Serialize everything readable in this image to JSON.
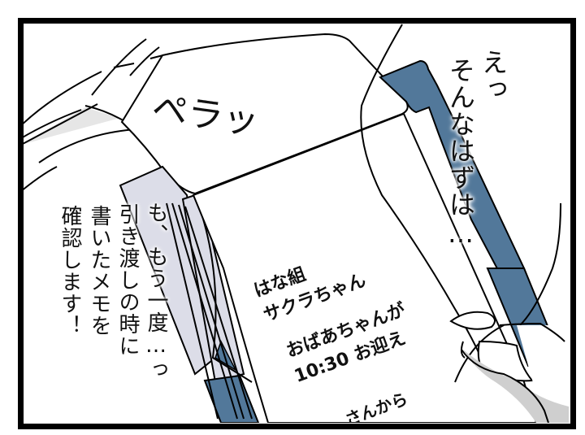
{
  "panel": {
    "colors": {
      "border": "#000000",
      "clipboard_blue": "#52789a",
      "paper_shade": "#dcdde8",
      "shadow_gray": "#cfcfcf",
      "background": "#ffffff"
    }
  },
  "sfx": {
    "page_flip": "ペラッ"
  },
  "dialogue": {
    "right_bubble": [
      "えっ",
      "そんなはずは…"
    ],
    "left_bubble": [
      "も、もう一度…っ",
      "引き渡しの時に",
      "書いたメモを",
      "確認します！"
    ]
  },
  "memo": {
    "lines": [
      "はな組",
      "サクラちゃん",
      "おばあちゃんが",
      "10:30 お迎え",
      "さんから"
    ]
  }
}
